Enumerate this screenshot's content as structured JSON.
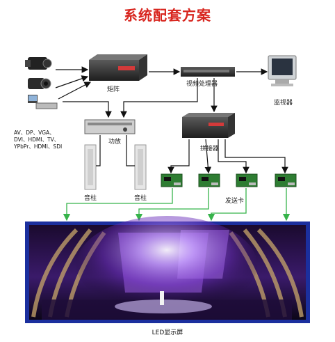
{
  "title": "系统配套方案",
  "devices": {
    "matrix": "矩阵",
    "video_processor": "视频处理器",
    "monitor": "监视器",
    "amplifier": "功放",
    "splicer": "拼接器",
    "speaker_left": "音柱",
    "speaker_right": "音柱",
    "sender_card": "发送卡",
    "led_screen": "LED显示屏"
  },
  "input_formats": {
    "line1": "AV、DP、VGA、",
    "line2": "DVI、HDMI、TV、",
    "line3": "YPbPr、HDMI、SDI"
  },
  "colors": {
    "title": "#d8261f",
    "black_arrow": "#111111",
    "green_arrow": "#36b34a",
    "screen_frame": "#1b2f9e",
    "stage_purple": "#7a3fc8"
  },
  "icons": {
    "sources": [
      "video-camera-icon",
      "camcorder-icon",
      "dvd-player-icon"
    ],
    "monitor": "crt-monitor-icon"
  }
}
